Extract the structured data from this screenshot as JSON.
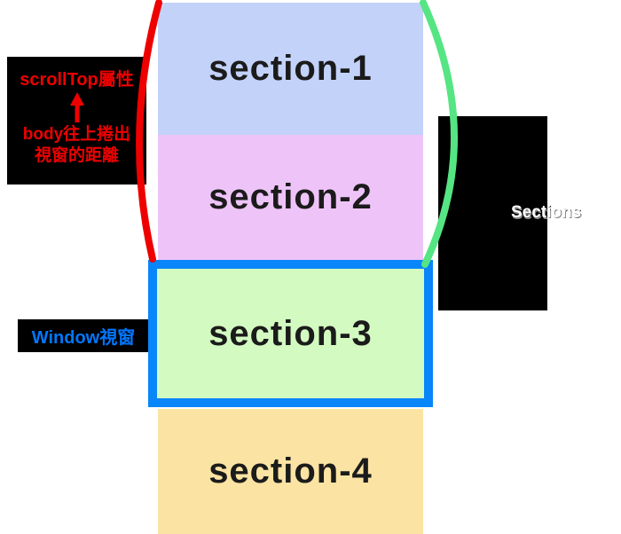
{
  "scroll_annotation": {
    "title": "scrollTop屬性",
    "arrow_icon": "up-arrow",
    "desc_line1": "body往上捲出",
    "desc_line2": "視窗的距離"
  },
  "window_annotation": {
    "label": "Window視窗"
  },
  "sections_annotation": {
    "label": "Sections"
  },
  "sections": [
    {
      "label": "section-1"
    },
    {
      "label": "section-2"
    },
    {
      "label": "section-3"
    },
    {
      "label": "section-4"
    }
  ],
  "colors": {
    "section1_bg": "#c3d2f8",
    "section2_bg": "#eec4f8",
    "section3_bg": "#d3fbc1",
    "section4_bg": "#fbe3a3",
    "viewport_border": "#0886fa",
    "scrolled_arc_left": "#ee0000",
    "scrolled_arc_right": "#55e583",
    "annotation_box_bg": "#000000",
    "scroll_label_text": "#ee0000",
    "window_label_text": "#0077ff",
    "sections_label_text": "#ffffff"
  }
}
